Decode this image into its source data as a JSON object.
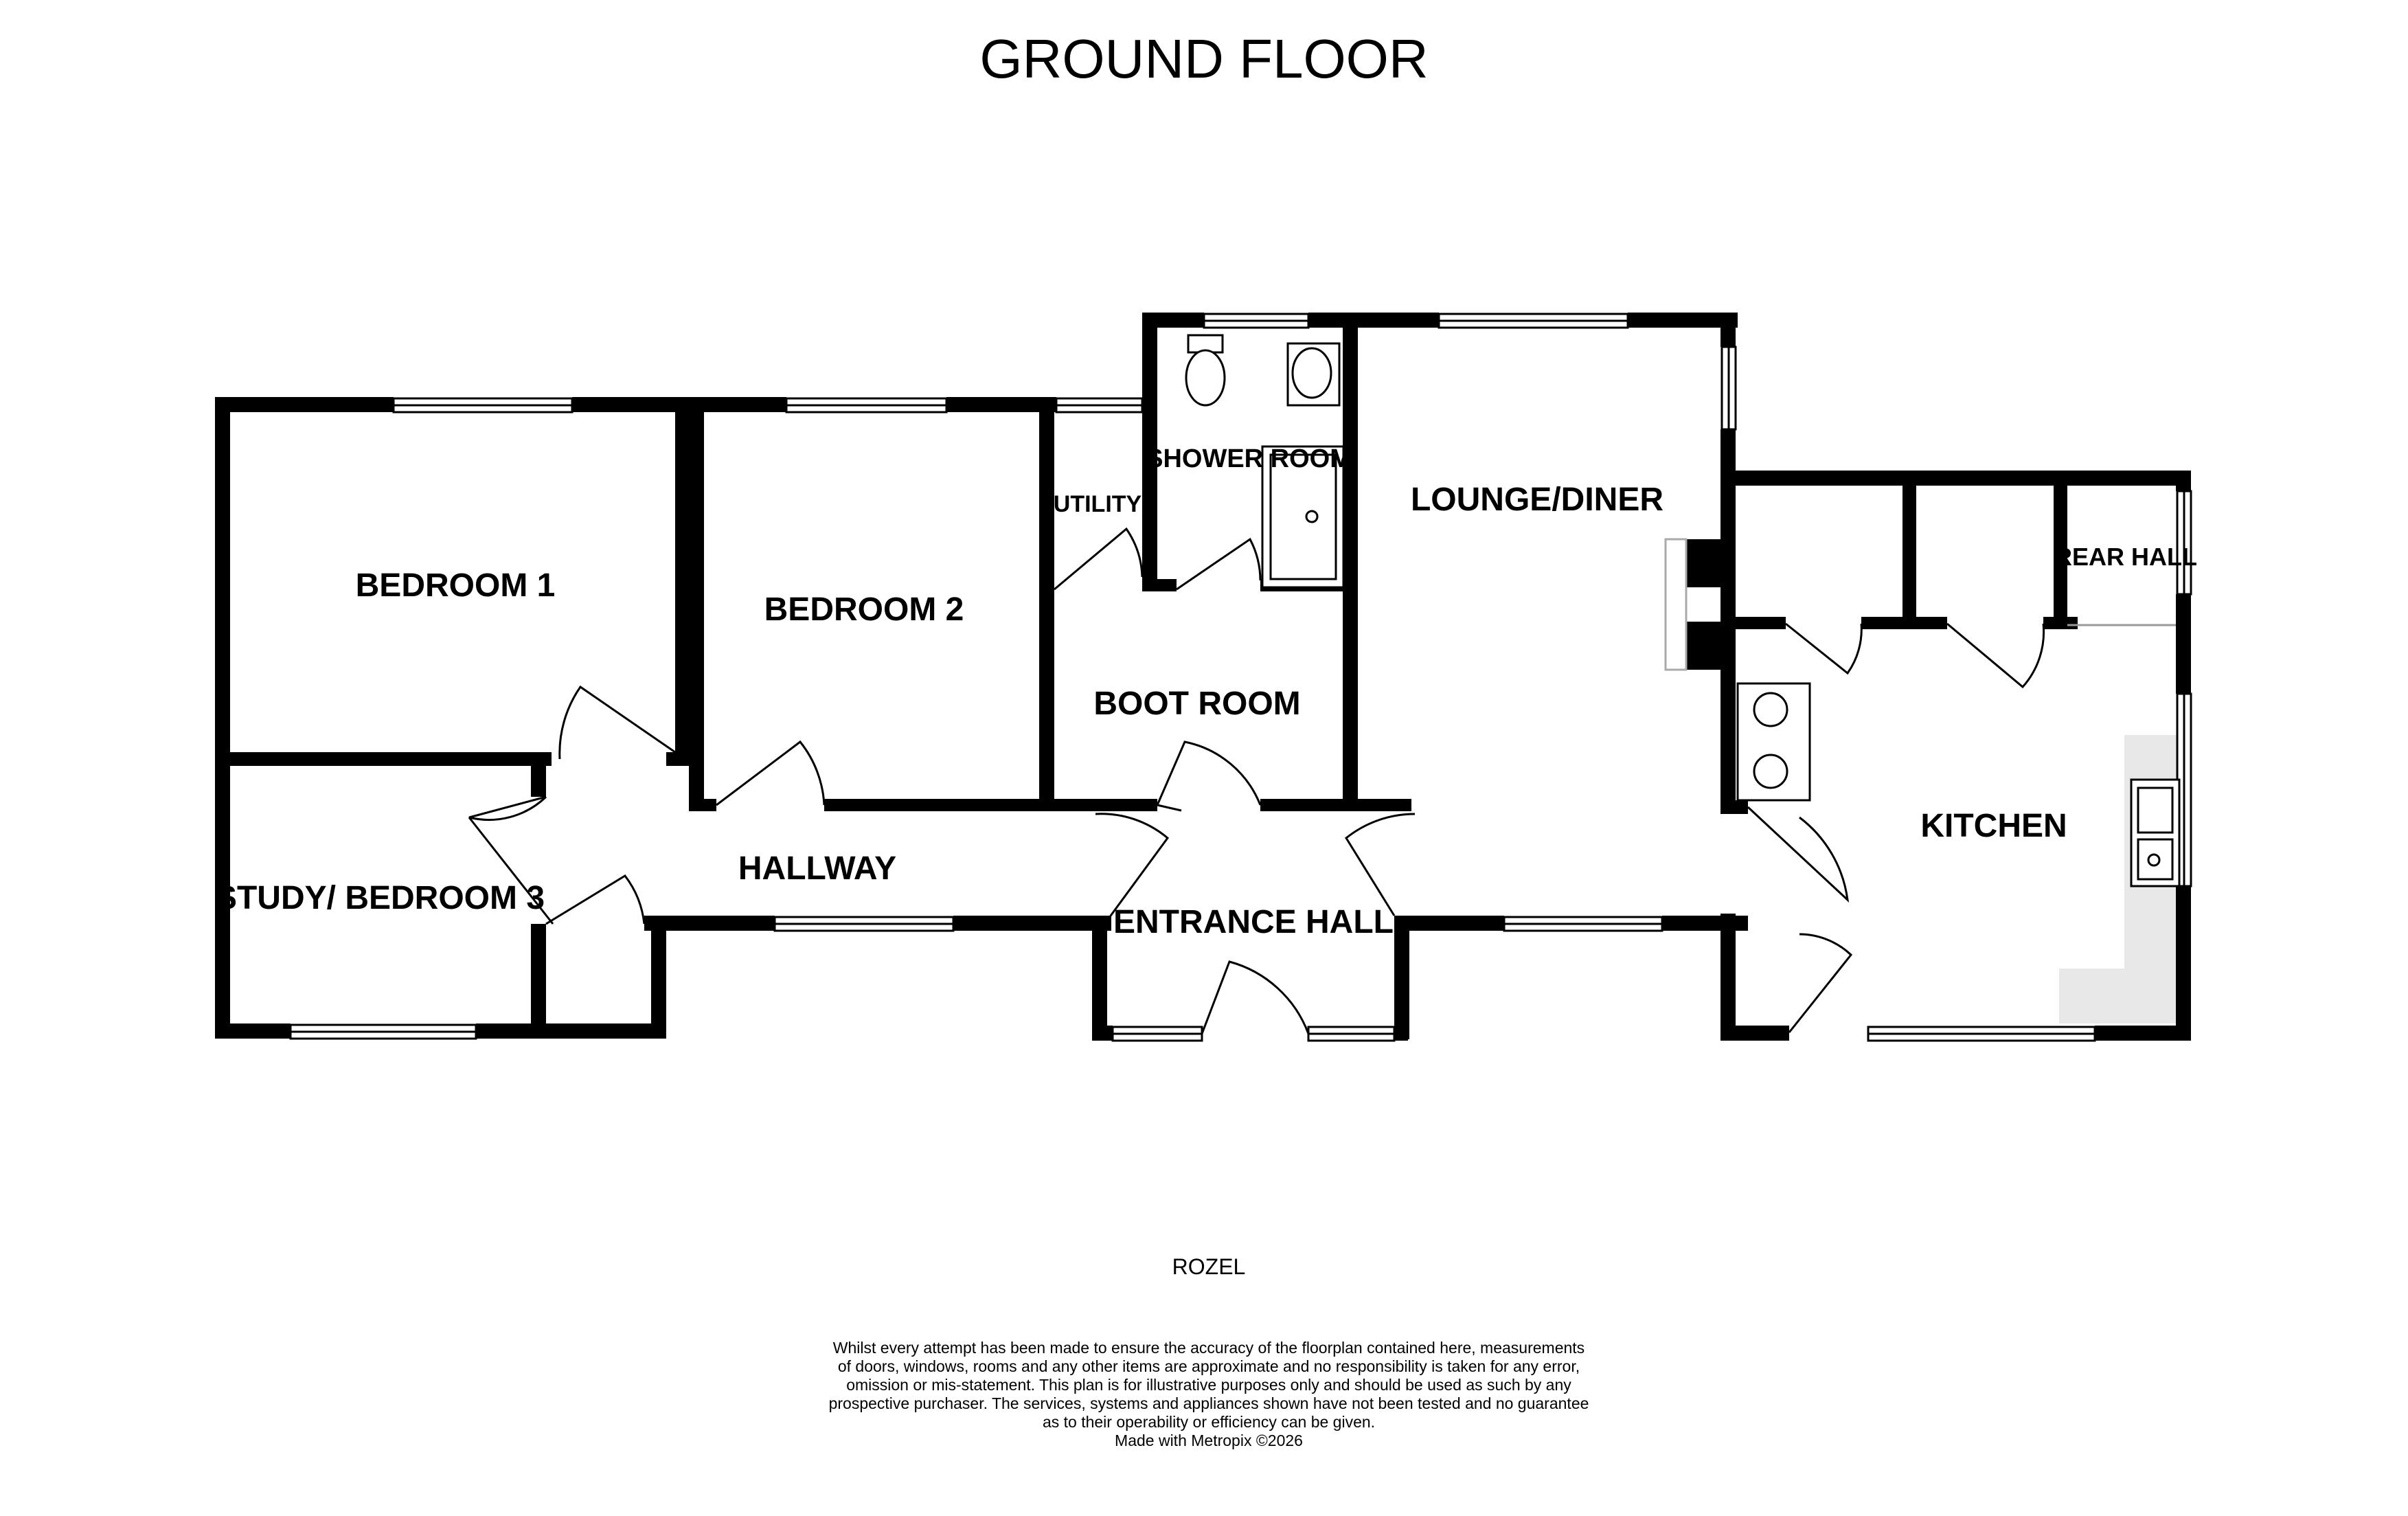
{
  "title": "GROUND FLOOR",
  "rooms": {
    "bedroom1": "BEDROOM 1",
    "bedroom2": "BEDROOM 2",
    "utility": "UTILITY",
    "shower_room": "SHOWER ROOM",
    "lounge_diner": "LOUNGE/DINER",
    "rear_hall": "REAR HALL",
    "boot_room": "BOOT ROOM",
    "study_bedroom3": "STUDY/ BEDROOM 3",
    "hallway": "HALLWAY",
    "entrance_hall": "ENTRANCE HALL",
    "kitchen": "KITCHEN"
  },
  "property_name": "ROZEL",
  "disclaimer": [
    "Whilst every attempt has been made to ensure the accuracy of the floorplan contained here, measurements",
    "of doors, windows, rooms and any other items are approximate and no responsibility is taken for any error,",
    "omission or mis-statement. This plan is for illustrative purposes only and should be used as such by any",
    "prospective purchaser. The services, systems and appliances shown have not been tested and no guarantee",
    "as to their operability or efficiency can be given.",
    "Made with Metropix ©2026"
  ]
}
